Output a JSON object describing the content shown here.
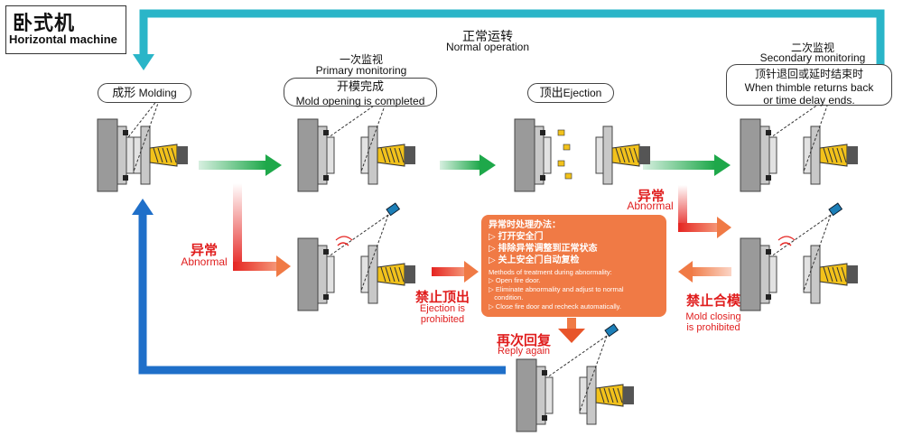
{
  "title": {
    "cn": "卧式机",
    "en": "Horizontal machine"
  },
  "normal_operation": {
    "cn": "正常运转",
    "en": "Normal operation"
  },
  "steps": {
    "molding": {
      "cn": "成形",
      "en": "Molding"
    },
    "primary": {
      "title_cn": "一次监视",
      "title_en": "Primary monitoring",
      "cn": "开模完成",
      "en": "Mold opening is completed"
    },
    "ejection": {
      "cn": "顶出",
      "en": "Ejection"
    },
    "secondary": {
      "title_cn": "二次监视",
      "title_en": "Secondary monitoring",
      "cn": "顶针退回或延时结束时",
      "en1": "When thimble returns back",
      "en2": "or time delay ends."
    }
  },
  "abnormal_left": {
    "cn": "异常",
    "en": "Abnormal"
  },
  "abnormal_right": {
    "cn": "异常",
    "en": "Abnormal"
  },
  "ejection_prohibited": {
    "cn": "禁止顶出",
    "en1": "Ejection is",
    "en2": "prohibited"
  },
  "mold_closing_prohibited": {
    "cn": "禁止合模",
    "en1": "Mold closing",
    "en2": "is prohibited"
  },
  "reply_again": {
    "cn": "再次回复",
    "en": "Reply again"
  },
  "treatment": {
    "heading_cn": "异常时处理办法：",
    "steps_cn": [
      "▷ 打开安全门",
      "▷ 排除异常调整到正常状态",
      "▷ 关上安全门自动复检"
    ],
    "heading_en": "Methods of treatment during abnormality:",
    "steps_en": [
      "▷ Open fire door.",
      "▷ Eliminate abnormality and adjust to normal",
      "   condition.",
      "▷ Close fire door and recheck automatically."
    ]
  },
  "colors": {
    "normal_arrow": "#1ea84a",
    "abnormal_arrow": "#e52421",
    "loop_top": "#2ab5c8",
    "loop_bottom": "#1f6fc9",
    "panel": "#f07a45"
  }
}
